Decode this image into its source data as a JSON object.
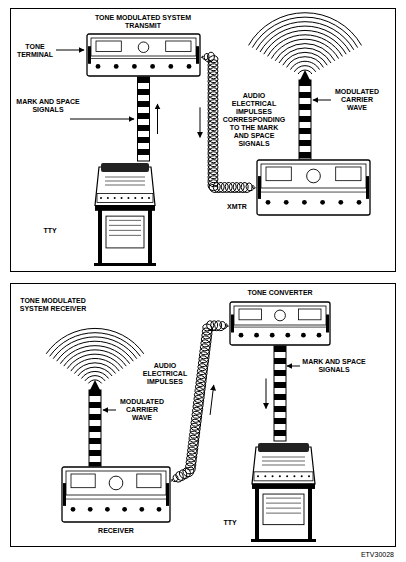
{
  "diagram": {
    "nodes": [
      {
        "text": [
          "TONE MODULATED SYSTEM TRANSMIT"
        ]
      },
      {
        "text": [
          "TONE TERMINAL"
        ],
        "in": 0
      },
      {
        "text": [
          "TTY"
        ],
        "in": 0
      },
      {
        "text": [
          "XMTR"
        ],
        "in": 0
      },
      {
        "text": [
          "TONE MODULATED SYSTEM RECEIVER"
        ]
      },
      {
        "text": [
          "TONE CONVERTER"
        ],
        "in": 4
      },
      {
        "text": [
          "RECEIVER"
        ],
        "in": 4
      },
      {
        "text": [
          "TTY"
        ],
        "in": 4
      }
    ],
    "edges": [
      {
        "from": 2,
        "to": 1,
        "arrow": "to",
        "label": "MARK AND SPACE SIGNALS"
      },
      {
        "from": 1,
        "to": 3,
        "arrow": "to",
        "label": "AUDIO ELECTRICAL IMPULSES CORRESPONDING TO THE MARK AND SPACE SIGNALS"
      },
      {
        "from": 6,
        "to": 5,
        "arrow": "to",
        "label": "AUDIO ELECTRICAL IMPULSES"
      },
      {
        "from": 5,
        "to": 7,
        "arrow": "to",
        "label": "MARK AND SPACE SIGNALS"
      }
    ],
    "labels": [
      "MODULATED CARRIER WAVE",
      "MODULATED CARRIER WAVE",
      "ETV30028"
    ]
  }
}
